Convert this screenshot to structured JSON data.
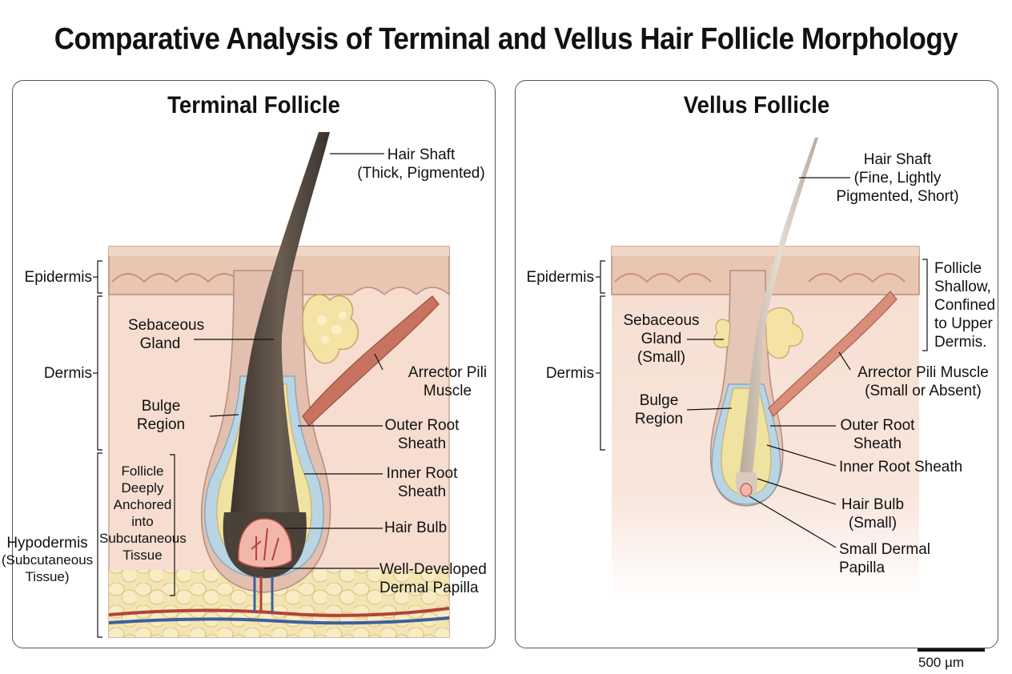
{
  "title": "Comparative Analysis of Terminal and Vellus Hair Follicle Morphology",
  "terminal": {
    "title": "Terminal Follicle",
    "hair_shaft": [
      "Hair Shaft",
      "(Thick, Pigmented)"
    ],
    "epidermis": "Epidermis",
    "dermis": "Dermis",
    "hypodermis": [
      "Hypodermis",
      "(Subcutaneous",
      "Tissue)"
    ],
    "sebaceous": [
      "Sebaceous",
      "Gland"
    ],
    "bulge": [
      "Bulge",
      "Region"
    ],
    "anchor_note": [
      "Follicle",
      "Deeply",
      "Anchored",
      "into",
      "Subcutaneous",
      "Tissue"
    ],
    "arrector": [
      "Arrector Pili",
      "Muscle"
    ],
    "outer_root": [
      "Outer Root",
      "Sheath"
    ],
    "inner_root": [
      "Inner Root",
      "Sheath"
    ],
    "hair_bulb": "Hair Bulb",
    "papilla": [
      "Well-Developed",
      "Dermal Papilla"
    ]
  },
  "vellus": {
    "title": "Vellus Follicle",
    "hair_shaft": [
      "Hair Shaft",
      "(Fine, Lightly",
      "Pigmented, Short)"
    ],
    "epidermis": "Epidermis",
    "dermis": "Dermis",
    "sebaceous": [
      "Sebaceous",
      "Gland",
      "(Small)"
    ],
    "bulge": [
      "Bulge",
      "Region"
    ],
    "shallow_note": [
      "Follicle",
      "Shallow,",
      "Confined",
      "to Upper",
      "Dermis."
    ],
    "arrector": [
      "Arrector Pili Muscle",
      "(Small or Absent)"
    ],
    "outer_root": [
      "Outer Root",
      "Sheath"
    ],
    "inner_root": "Inner Root Sheath",
    "hair_bulb": [
      "Hair Bulb",
      "(Small)"
    ],
    "papilla": [
      "Small Dermal",
      "Papilla"
    ]
  },
  "scale_bar": "500 µm",
  "colors": {
    "epidermis": "#e9c6b2",
    "dermis": "#f6ddd0",
    "fat": "#f1e0a8",
    "shaft_terminal": "#4a4139",
    "shaft_vellus": "#c9bcae",
    "outer_sheath": "#b9d4e3",
    "inner_sheath": "#f0e2a0",
    "muscle": "#c8735f"
  }
}
